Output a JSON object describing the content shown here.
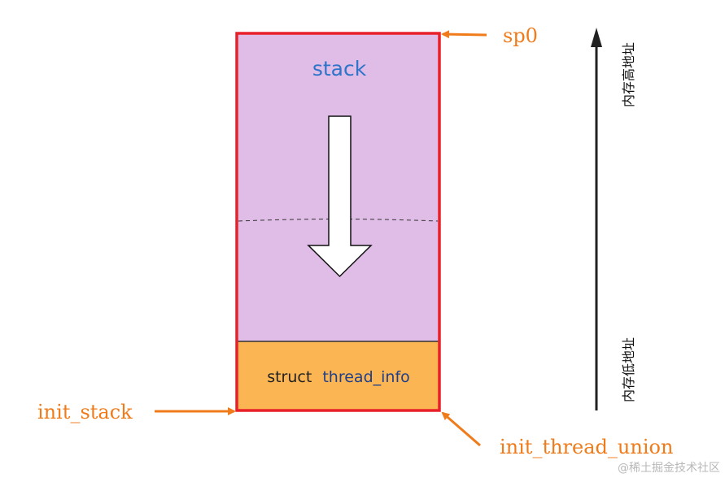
{
  "stack_region": {
    "label": "stack",
    "label_color": "#2f74c8",
    "fill_color": "#e0bde6"
  },
  "thread_info_region": {
    "prefix": "struct",
    "name": "thread_info",
    "prefix_color": "#222222",
    "name_color": "#1f3f8a",
    "fill_color": "#fbb552"
  },
  "border_color": "#e8202a",
  "pointers": {
    "sp0": "sp0",
    "init_stack": "init_stack",
    "init_thread_union": "init_thread_union",
    "color": "#f07b1a"
  },
  "address_axis": {
    "high_label": "内存高地址",
    "low_label": "内存低地址",
    "color": "#222222"
  },
  "watermark": "@稀土掘金技术社区"
}
